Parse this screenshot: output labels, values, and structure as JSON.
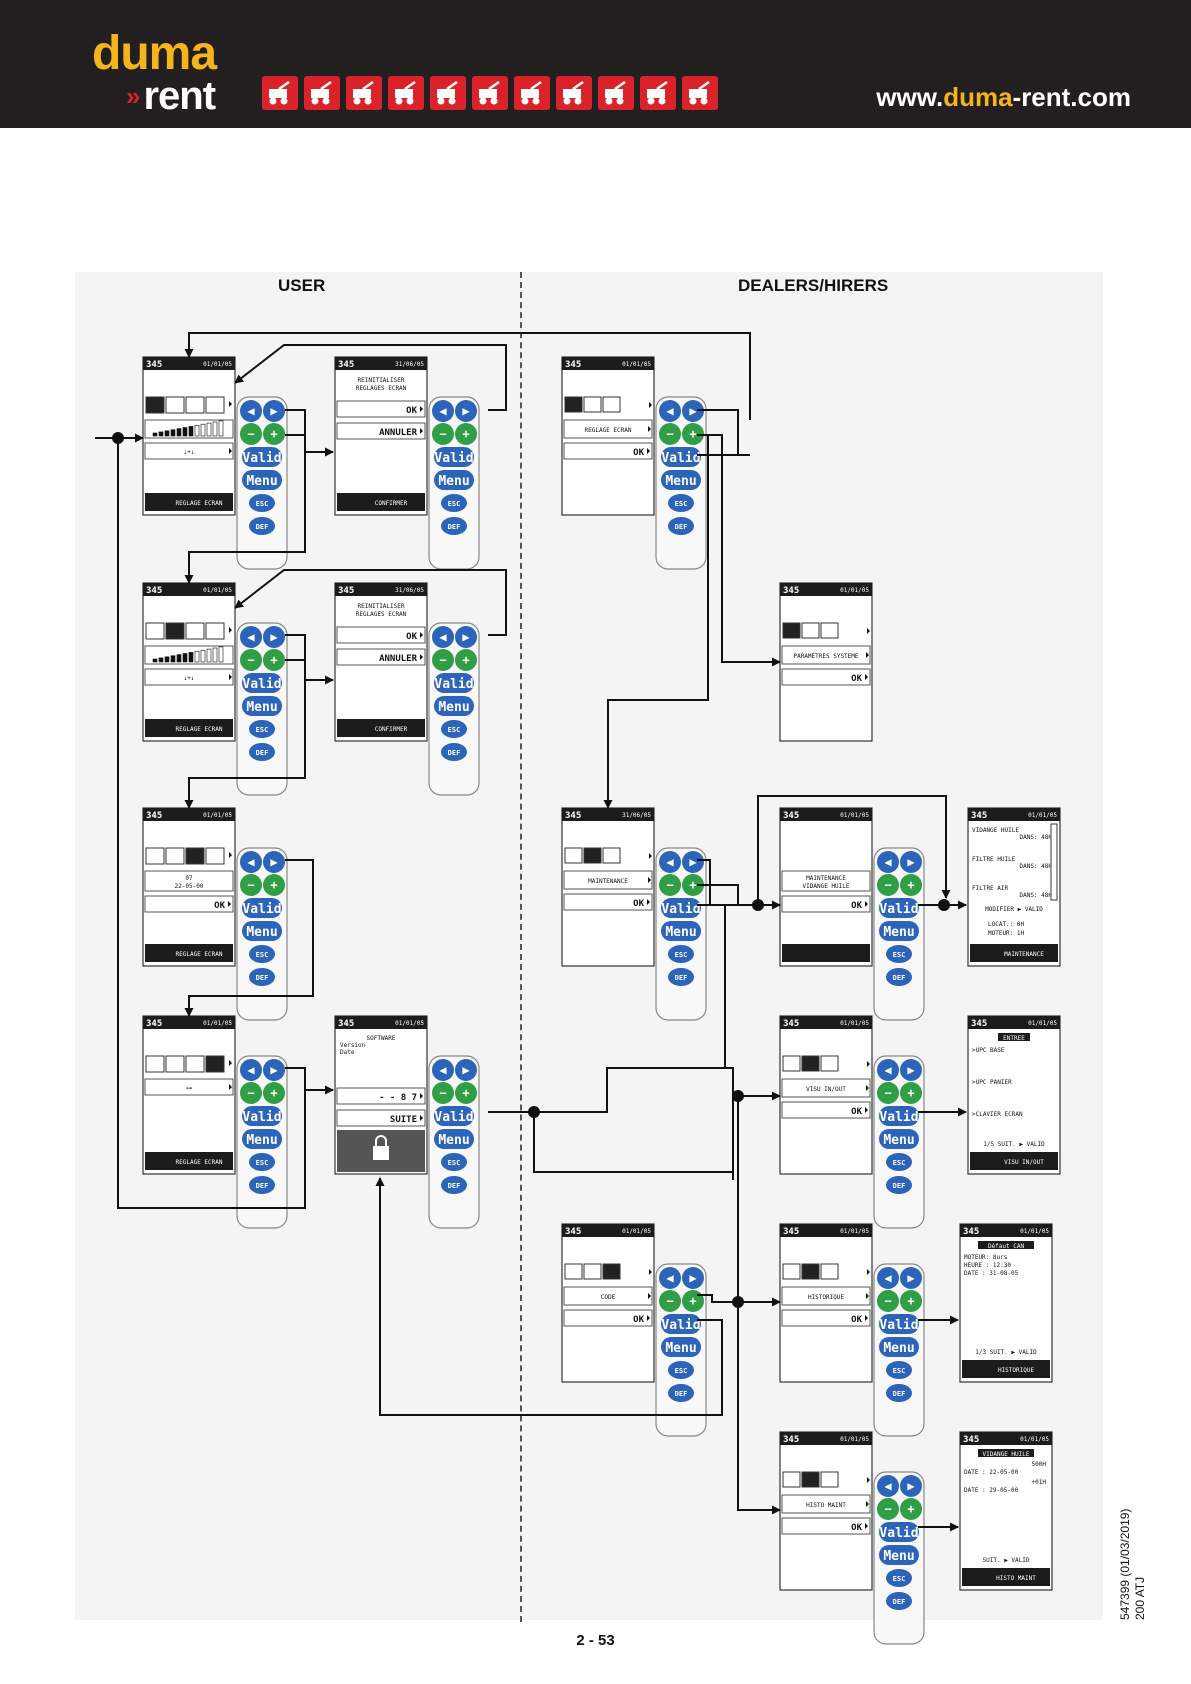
{
  "header": {
    "brand_top": "duma",
    "brand_bottom": "rent",
    "url_prefix": "www.",
    "url_highlight": "duma",
    "url_suffix": "-rent.com",
    "machine_icons": [
      "telehandler-icon",
      "forklift-icon",
      "scissor-lift-icon",
      "mini-loader-icon",
      "tractor-icon",
      "dumper-icon",
      "crane-truck-icon",
      "excavator-icon",
      "articulated-boom-icon",
      "boom-lift-icon",
      "trailer-icon"
    ]
  },
  "sections": {
    "user": "USER",
    "dealers": "DEALERS/HIRERS"
  },
  "keypad": {
    "valid": "Valid",
    "menu": "Menu",
    "esc": "ESC",
    "def": "DEF"
  },
  "screens": {
    "u1": {
      "model": "345",
      "date": "01/01/05",
      "footer": "REGLAGE ECRAN",
      "row3": "↓+↓"
    },
    "u1r": {
      "model": "345",
      "date": "31/06/05",
      "title": "REINITIALISER REGLAGES ECRAN",
      "ok": "OK",
      "cancel": "ANNULER",
      "footer": "CONFIRMER"
    },
    "u2": {
      "model": "345",
      "date": "01/01/05",
      "footer": "REGLAGE ECRAN",
      "row3": "↓+↓"
    },
    "u2r": {
      "model": "345",
      "date": "31/06/05",
      "title": "REINITIALISER REGLAGES ECRAN",
      "ok": "OK",
      "cancel": "ANNULER",
      "footer": "CONFIRMER"
    },
    "u3": {
      "model": "345",
      "date": "01/01/05",
      "row2a": "07",
      "row2b": "22-05-00",
      "ok": "OK",
      "footer": "REGLAGE ECRAN"
    },
    "u4": {
      "model": "345",
      "date": "01/01/05",
      "footer": "REGLAGE ECRAN"
    },
    "u4r": {
      "model": "345",
      "date": "01/01/05",
      "title": "SOFTWARE Version Date",
      "code": "- - 8 7",
      "next": "SUITE"
    },
    "d1": {
      "model": "345",
      "date": "01/01/05",
      "row2": "REGLAGE ECRAN",
      "ok": "OK"
    },
    "d2": {
      "model": "345",
      "date": "01/01/05",
      "row2": "PARAMETRES SYSTEME",
      "ok": "OK"
    },
    "d3": {
      "model": "345",
      "date": "31/06/05",
      "row2": "MAINTENANCE",
      "ok": "OK"
    },
    "d3r": {
      "model": "345",
      "date": "01/01/05",
      "row2": "MAINTENANCE VIDANGE HUILE",
      "ok": "OK"
    },
    "d3f": {
      "model": "345",
      "date": "01/01/05",
      "l1": "VIDANGE HUILE",
      "l1b": "DANS: 48H",
      "l2": "FILTRE HUILE",
      "l2b": "DANS: 48H",
      "l3": "FILTRE AIR",
      "l3b": "DANS: 48H",
      "modify": "MODIFIER ▶ VALID",
      "l4": "LOCAT.: 0H",
      "l5": "MOTEUR: 1H",
      "footer": "MAINTENANCE"
    },
    "d4": {
      "model": "345",
      "date": "01/01/05",
      "row2": "VISU IN/OUT",
      "ok": "OK"
    },
    "d4f": {
      "model": "345",
      "date": "01/01/05",
      "l0": "ENTREE",
      "l1": ">UPC BASE",
      "l2": ">UPC PANIER",
      "l3": ">CLAVIER ECRAN",
      "nav": "1/5 SUIT. ▶ VALID",
      "footer": "VISU IN/OUT"
    },
    "d5": {
      "model": "345",
      "date": "01/01/05",
      "row2": "CODE",
      "ok": "OK"
    },
    "d6": {
      "model": "345",
      "date": "01/01/05",
      "row2": "HISTORIQUE",
      "ok": "OK"
    },
    "d6f": {
      "model": "345",
      "date": "01/01/05",
      "l0": "Défaut CAN",
      "l1": "MOTEUR: 8urs",
      "l2": "HEURE : 12:30",
      "l3": "DATE : 31-08-05",
      "nav": "1/3 SUIT. ▶ VALID",
      "footer": "HISTORIQUE"
    },
    "d7": {
      "model": "345",
      "date": "01/01/05",
      "row2": "HISTO MAINT",
      "ok": "OK"
    },
    "d7f": {
      "model": "345",
      "date": "01/01/05",
      "l0": "VIDANGE HUILE",
      "l1": "500H",
      "l2": "DATE : 22-05-00",
      "l3": "+01H",
      "l4": "DATE : 29-05-00",
      "nav": "SUIT. ▶ VALID",
      "footer": "HISTO MAINT"
    }
  },
  "footer": {
    "page": "2 - 53",
    "ref1": "547399 (01/03/2019)",
    "ref2": "200 ATJ"
  }
}
